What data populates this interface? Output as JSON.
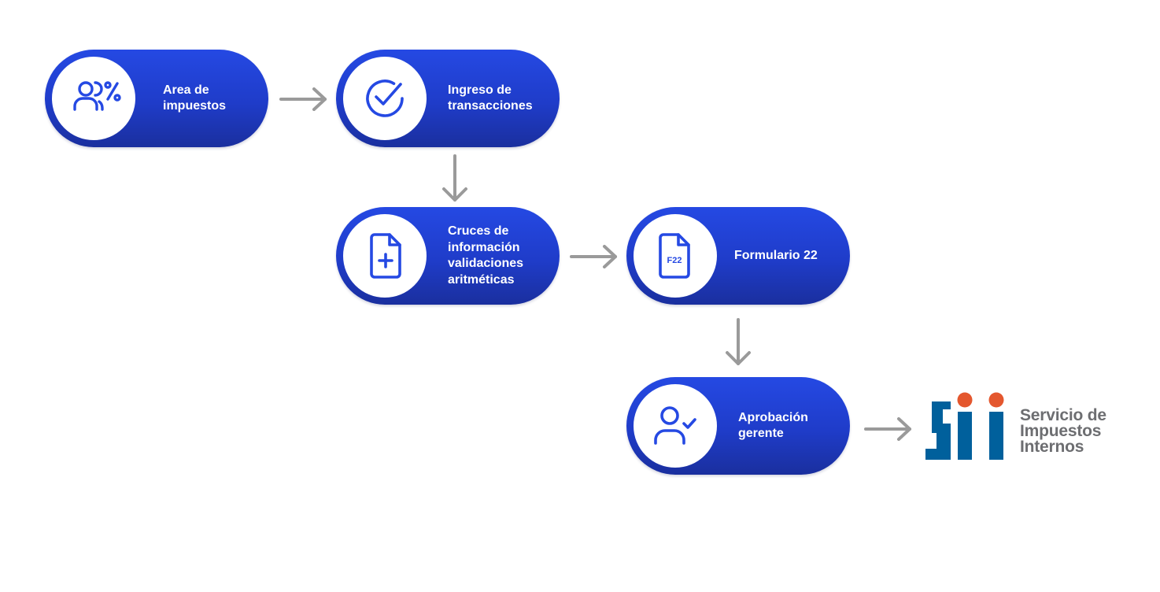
{
  "colors": {
    "node_fill": "#2146d9",
    "arrow": "#9a9a9a",
    "icon": "#2549e3",
    "logo_blue": "#00609c",
    "logo_orange": "#e4572e",
    "logo_text": "#6d6e71"
  },
  "nodes": [
    {
      "id": "area-impuestos",
      "label": "Area de\nimpuestos",
      "icon": "users-percent-icon"
    },
    {
      "id": "ingreso-transacciones",
      "label": "Ingreso de\ntransacciones",
      "icon": "check-circle-icon"
    },
    {
      "id": "cruces-informacion",
      "label": "Cruces de\ninformación\nvalidaciones\naritméticas",
      "icon": "file-plus-icon"
    },
    {
      "id": "formulario-22",
      "label": "Formulario 22",
      "icon": "file-f22-icon",
      "icon_text": "F22"
    },
    {
      "id": "aprobacion-gerente",
      "label": "Aprobación\ngerente",
      "icon": "user-check-icon"
    }
  ],
  "edges": [
    {
      "from": "area-impuestos",
      "to": "ingreso-transacciones"
    },
    {
      "from": "ingreso-transacciones",
      "to": "cruces-informacion"
    },
    {
      "from": "cruces-informacion",
      "to": "formulario-22"
    },
    {
      "from": "formulario-22",
      "to": "aprobacion-gerente"
    },
    {
      "from": "aprobacion-gerente",
      "to": "sii-logo"
    }
  ],
  "logo": {
    "id": "sii-logo",
    "mark": "sii",
    "text": "Servicio de\nImpuestos\nInternos"
  }
}
